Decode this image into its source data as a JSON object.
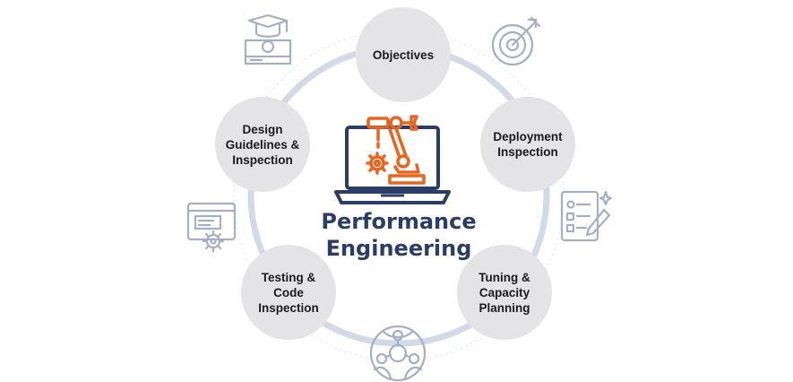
{
  "title": {
    "line1": "Performance",
    "line2": "Engineering"
  },
  "nodes": [
    {
      "id": "objectives",
      "label": "Objectives"
    },
    {
      "id": "deployment",
      "label": "Deployment\nInspection"
    },
    {
      "id": "tuning",
      "label": "Tuning &\nCapacity\nPlanning"
    },
    {
      "id": "testing",
      "label": "Testing &\nCode\nInspection"
    },
    {
      "id": "design",
      "label": "Design\nGuidelines &\nInspection"
    }
  ],
  "icons": [
    "graduation-book-icon",
    "target-icon",
    "checklist-icon",
    "certificate-gear-icon",
    "network-globe-icon",
    "laptop-robot-arm-icon"
  ],
  "colors": {
    "ring": "#d3d9e6",
    "node": "#e4e4e6",
    "title": "#2b3d66",
    "accent": "#e8641f",
    "outline_icon": "#a6aec3",
    "laptop": "#2b3d66"
  }
}
